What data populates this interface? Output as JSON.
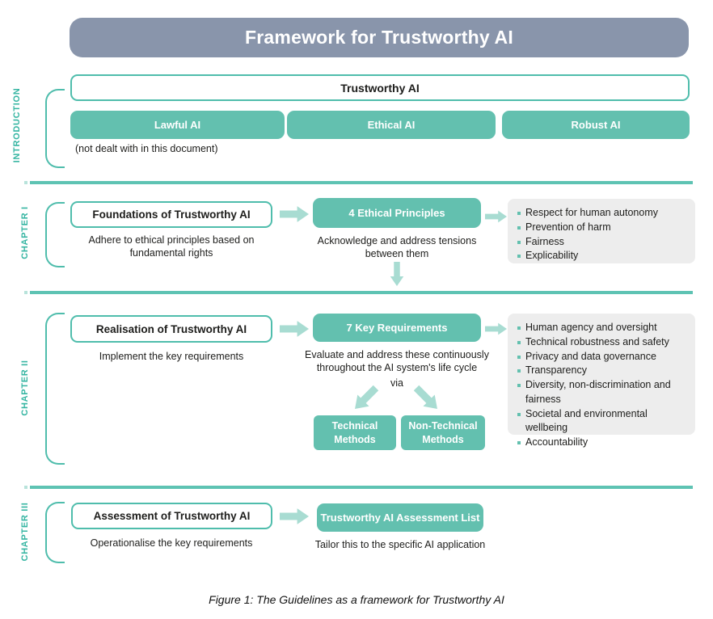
{
  "header": {
    "title": "Framework for Trustworthy AI"
  },
  "colors": {
    "teal_fill": "#63c0af",
    "teal_border": "#4fbdac",
    "teal_label": "#35b5a2",
    "arrow_light_teal": "#a8dcd2",
    "header_gray_blue": "#8995ab",
    "list_gray": "#ededed"
  },
  "intro": {
    "label": "INTRODUCTION",
    "trustworthy_box": "Trustworthy AI",
    "pillars": [
      "Lawful AI",
      "Ethical AI",
      "Robust AI"
    ],
    "note": "(not dealt with in this document)"
  },
  "chapter1": {
    "label": "CHAPTER I",
    "box": "Foundations of Trustworthy AI",
    "box_caption": "Adhere to ethical principles based on fundamental rights",
    "teal_box": "4 Ethical Principles",
    "teal_caption": "Acknowledge and address tensions between them",
    "list": [
      "Respect for human autonomy",
      "Prevention of harm",
      "Fairness",
      "Explicability"
    ]
  },
  "chapter2": {
    "label": "CHAPTER II",
    "box": "Realisation of Trustworthy AI",
    "box_caption": "Implement the key requirements",
    "teal_box": "7 Key Requirements",
    "teal_caption": "Evaluate and address these continuously throughout the AI system's life cycle",
    "via": "via",
    "methods": [
      "Technical Methods",
      "Non-Technical Methods"
    ],
    "list": [
      "Human agency and oversight",
      "Technical robustness and safety",
      "Privacy and data governance",
      "Transparency",
      "Diversity, non-discrimination and fairness",
      "Societal and environmental wellbeing",
      "Accountability"
    ]
  },
  "chapter3": {
    "label": "CHAPTER III",
    "box": "Assessment of Trustworthy AI",
    "box_caption": "Operationalise the key requirements",
    "teal_box": "Trustworthy AI Assessment List",
    "teal_caption": "Tailor this to the specific AI application"
  },
  "figure_caption": "Figure 1: The Guidelines as a framework for Trustworthy AI"
}
